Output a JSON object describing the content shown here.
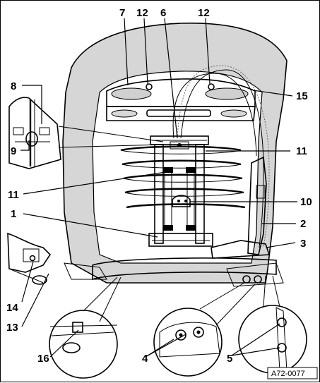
{
  "figure": {
    "reference_code": "A72-0077",
    "callouts": [
      {
        "id": "c7",
        "label": "7"
      },
      {
        "id": "c12a",
        "label": "12"
      },
      {
        "id": "c6",
        "label": "6"
      },
      {
        "id": "c12b",
        "label": "12"
      },
      {
        "id": "c8",
        "label": "8"
      },
      {
        "id": "c15",
        "label": "15"
      },
      {
        "id": "c9",
        "label": "9"
      },
      {
        "id": "c11a",
        "label": "11"
      },
      {
        "id": "c11b",
        "label": "11"
      },
      {
        "id": "c10",
        "label": "10"
      },
      {
        "id": "c1",
        "label": "1"
      },
      {
        "id": "c2",
        "label": "2"
      },
      {
        "id": "c3",
        "label": "3"
      },
      {
        "id": "c14",
        "label": "14"
      },
      {
        "id": "c13",
        "label": "13"
      },
      {
        "id": "c16",
        "label": "16"
      },
      {
        "id": "c4",
        "label": "4"
      },
      {
        "id": "c5",
        "label": "5"
      }
    ]
  }
}
